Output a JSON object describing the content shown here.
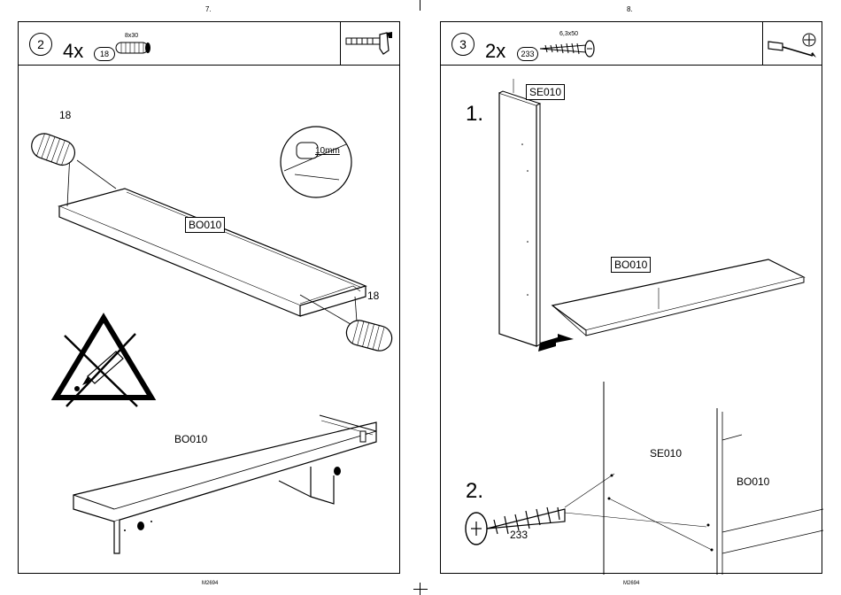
{
  "page_numbers": [
    "7.",
    "8."
  ],
  "footers": [
    "M2694",
    "M2694"
  ],
  "left_page": {
    "step": "2",
    "qty": "4x",
    "part": "18",
    "part_size": "8x30",
    "labels": {
      "dowel_top": "18",
      "dowel_bottom": "18",
      "board_top": "BO010",
      "board_bottom": "BO010",
      "depth": "10mm"
    }
  },
  "right_page": {
    "step": "3",
    "qty": "2x",
    "part": "233",
    "part_size": "6,3x50",
    "substep1": "1.",
    "substep2": "2.",
    "labels": {
      "side_panel": "SE010",
      "board": "BO010",
      "side_panel_lower": "SE010",
      "board_lower": "BO010",
      "screw": "233"
    }
  }
}
